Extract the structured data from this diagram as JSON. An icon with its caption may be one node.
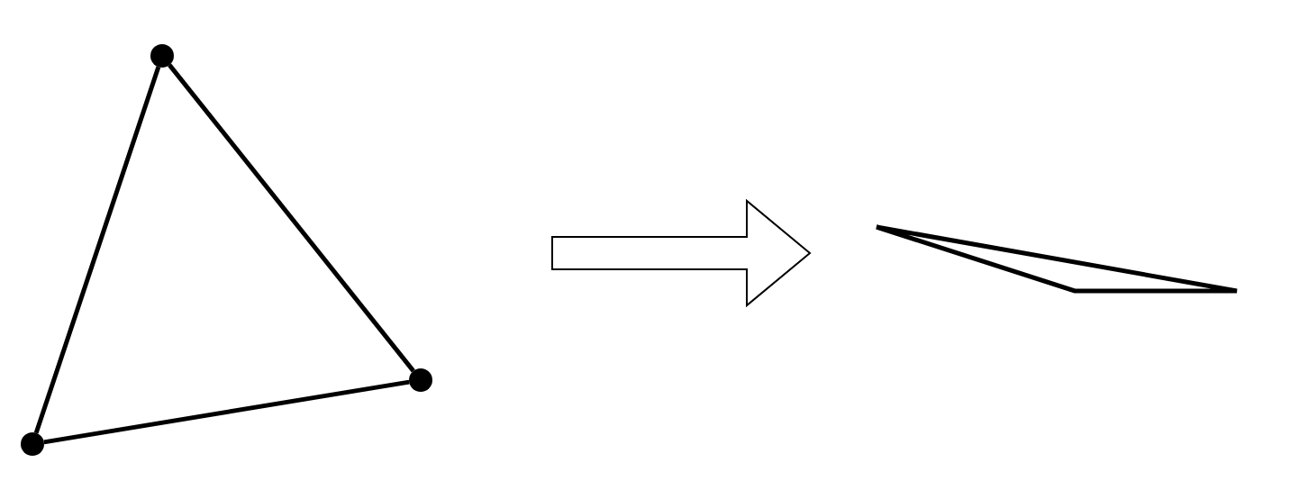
{
  "diagram": {
    "nodes": [
      {
        "text": [],
        "shape": "circle"
      },
      {
        "text": [],
        "shape": "circle"
      },
      {
        "text": [],
        "shape": "circle"
      },
      {
        "text": [],
        "shape": "triangle"
      }
    ],
    "edges": [
      {
        "from": 0,
        "to": 1,
        "arrow": "none"
      },
      {
        "from": 1,
        "to": 2,
        "arrow": "none"
      },
      {
        "from": 2,
        "to": 0,
        "arrow": "none"
      }
    ]
  }
}
